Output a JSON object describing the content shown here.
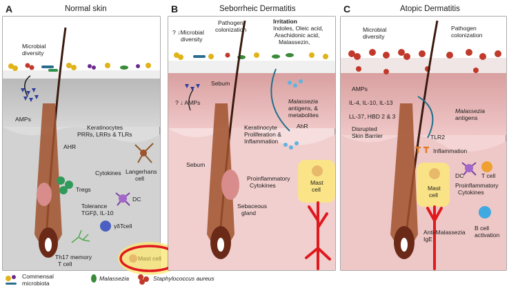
{
  "panels": [
    {
      "letter": "A",
      "title": "Normal skin",
      "labels": {
        "microbial_diversity": [
          "Microbial",
          "diversity"
        ],
        "amps": "AMPs",
        "keratinocytes": [
          "Keratinocytes",
          "PRRs, LRRs & TLRs"
        ],
        "ahr": "AHR",
        "cytokines": "Cytokines",
        "langerhans": [
          "Langerhans",
          "cell"
        ],
        "tregs": "Tregs",
        "tolerance": [
          "Tolerance",
          "TGFβ, IL-10"
        ],
        "dc": "DC",
        "gd": "γδTcell",
        "th17": [
          "Th17 memory",
          "T cell"
        ],
        "mast": "Mast cell"
      }
    },
    {
      "letter": "B",
      "title": "Seborrheic Dermatitis",
      "labels": {
        "microbial_diversity": [
          "? ↓Microbial",
          "diversity"
        ],
        "pathogen": [
          "Pathogen",
          "colonization"
        ],
        "irritation": "Irritation",
        "irritation_list": [
          "Indoles, Oleic acid,",
          "Arachidonic acid,",
          "Malassezin,"
        ],
        "sebum_top": "Sebum",
        "amps": "? ↓ AMPs",
        "malassezia_ant": [
          "Malassezia",
          "antigens, &",
          "metabolites"
        ],
        "ahr": "AhR",
        "kera": [
          "Keratinocyte",
          "Proliferation &",
          "Inflammation"
        ],
        "sebum_low": "Sebum",
        "proinflam": [
          "Proinflammatory",
          "Cytokines"
        ],
        "sebaceous": [
          "Sebaceous",
          "gland"
        ],
        "mast": [
          "Mast",
          "cell"
        ]
      }
    },
    {
      "letter": "C",
      "title": "Atopic Dermatitis",
      "labels": {
        "microbial_diversity": [
          "Microbial",
          "diversity"
        ],
        "pathogen": [
          "Pathogen",
          "colonization"
        ],
        "amps": "AMPs",
        "il": "IL-4, IL-10, IL-13",
        "ll": "LL-37, HBD 2 & 3",
        "barrier": [
          "Disrupted",
          "Skin Barrier"
        ],
        "malassezia": [
          "Malassezia",
          "antigens"
        ],
        "tlr2": "TLR2",
        "inflam": "Inflammation",
        "dc": "DC",
        "tcell": "T cell",
        "proinflam": [
          "Proinflammatory",
          "Cytokines"
        ],
        "mast": [
          "Mast",
          "cell"
        ],
        "anti": [
          "Anti-Malassezia",
          "IgE"
        ],
        "bcell": [
          "B cell",
          "activation"
        ]
      }
    }
  ],
  "legend": {
    "commensal": [
      "Commensal",
      "microbiota"
    ],
    "malassezia": "Malassezia",
    "staph": "Staphylococcus aureus"
  },
  "colors": {
    "dermis_normal": "#d9d9d9",
    "dermis_inflamed": "#f2c9c9",
    "hair": "#6b2a18",
    "mast_highlight": "#fbe87a",
    "red_annotation": "#e0191e"
  }
}
